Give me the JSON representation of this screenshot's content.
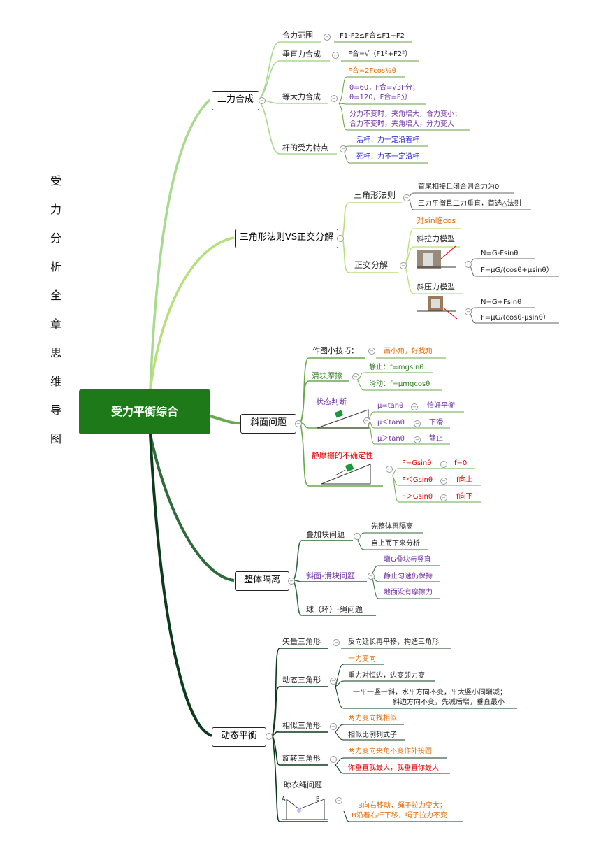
{
  "title_chars": [
    "受",
    "力",
    "分",
    "析",
    "全",
    "章",
    "思",
    "维",
    "导",
    "图"
  ],
  "center": "受力平衡综合",
  "colors": {
    "center": "#1e7a18",
    "b1": "#a9d98e",
    "b2": "#b6e07a",
    "b3": "#6aa84f",
    "b4": "#2f6b3a",
    "b5": "#0b3b1a"
  },
  "b1": {
    "label": "二力合成",
    "heli_fanwei": "合力范围",
    "heli_fanwei_v": "F1-F2≤F合≤F1+F2",
    "chuizhi": "垂直力合成",
    "chuizhi_v": "F合=√（F1²+F2²）",
    "dengda": "等大力合成",
    "dengda_v1": "F合=2Fcos½θ",
    "dengda_v2a": "θ=60，F合=√3F分；",
    "dengda_v2b": "θ=120，F合=F分",
    "dengda_v3a": "分力不变时，夹角增大，合力变小；",
    "dengda_v3b": "合力不变时，夹角增大，分力变大",
    "gan": "杆的受力特点",
    "gan_v1": "活杆：力一定沿着杆",
    "gan_v2": "死杆：力不一定沿杆"
  },
  "b2": {
    "label": "三角形法则VS正交分解",
    "sanjiao": "三角形法则",
    "sanjiao_v1": "首尾相接且闭合则合力为0",
    "sanjiao_v2": "三力平衡且二力垂直，首选△法则",
    "zhengjiao": "正交分解",
    "zhengjiao_tip": "对sin临cos",
    "xiela": "斜拉力模型",
    "xiela_v1": "N=G-Fsinθ",
    "xiela_v2": "F=μG/(cosθ+μsinθ）",
    "xieya": "斜压力模型",
    "xieya_v1": "N=G+Fsinθ",
    "xieya_v2": "F=μG/(cosθ-μsinθ）"
  },
  "b3": {
    "label": "斜面问题",
    "zuotu": "作图小技巧：",
    "zuotu_v": "画小角，好找角",
    "huakuai": "滑块摩擦",
    "huakuai_v1": "静止：f=mgsinθ",
    "huakuai_v2": "滑动：f=μmgcosθ",
    "zhuangtai": "状态判断",
    "zt1": "μ=tanθ",
    "zt1v": "恰好平衡",
    "zt2": "μ＜tanθ",
    "zt2v": "下滑",
    "zt3": "μ＞tanθ",
    "zt3v": "静止",
    "jingmoca": "静摩擦的不确定性",
    "jm1": "F=Gsinθ",
    "jm1v": "f=0",
    "jm2": "F＜Gsinθ",
    "jm2v": "f向上",
    "jm3": "F＞Gsinθ",
    "jm3v": "f向下"
  },
  "b4": {
    "label": "整体隔离",
    "diejia": "叠加块问题",
    "diejia_v1": "先整体再隔离",
    "diejia_v2": "自上而下来分析",
    "xiemian": "斜面-滑块问题",
    "xiemian_v1": "增G叠块与竖直",
    "xiemian_v2": "静止匀速仍保持",
    "xiemian_v3": "地面没有摩擦力",
    "qiu": "球（环）-绳问题"
  },
  "b5": {
    "label": "动态平衡",
    "shiliang": "矢量三角形",
    "shiliang_v": "反向延长再平移，构造三角形",
    "dongtai": "动态三角形",
    "dongtai_v1": "一力变向",
    "dongtai_v2": "重力对恒边，边变即力变",
    "dongtai_v3a": "一平一竖一斜，水平方向不变，平大竖小同增减；",
    "dongtai_v3b": "斜边方向不变，先减后增，垂直最小",
    "xiangsi": "相似三角形",
    "xiangsi_v1": "两力变向找相似",
    "xiangsi_v2": "相似比例列式子",
    "xuanzhuan": "旋转三角形",
    "xuanzhuan_v1": "两力变向夹角不变作外接圆",
    "xuanzhuan_v2": "你垂直我最大，我垂直你最大",
    "liangyi": "晾衣绳问题",
    "liangyi_v1": "B向右移动，绳子拉力变大；",
    "liangyi_v2": "B沿着右杆下移，绳子拉力不变",
    "label_A": "A",
    "label_B": "B"
  }
}
